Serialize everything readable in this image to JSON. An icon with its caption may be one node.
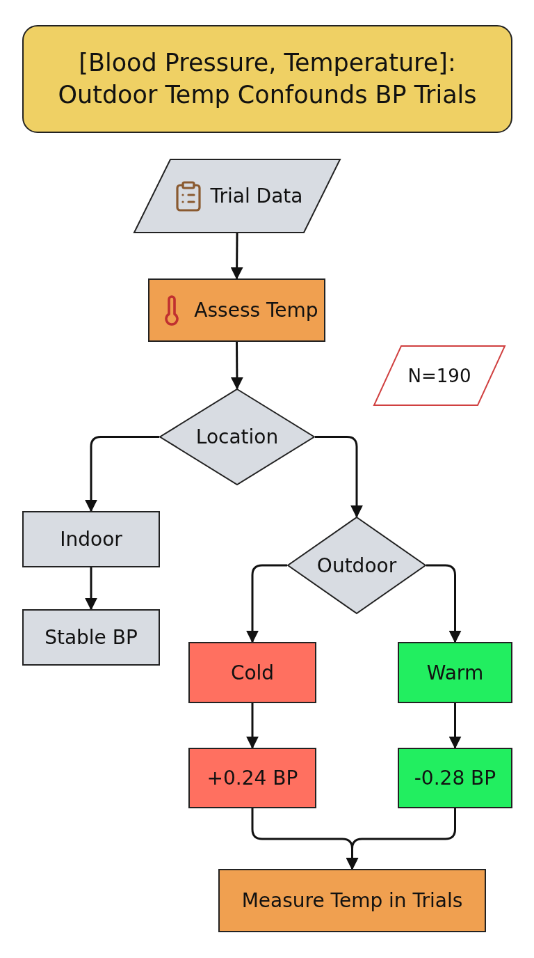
{
  "diagram": {
    "title": "[Blood Pressure, Temperature]: Outdoor Temp Confounds BP Trials",
    "nodes": [
      {
        "text": [
          "Trial Data"
        ]
      },
      {
        "text": [
          "Assess Temp"
        ]
      },
      {
        "text": [
          "N=190"
        ]
      },
      {
        "text": [
          "Location"
        ]
      },
      {
        "text": [
          "Indoor"
        ]
      },
      {
        "text": [
          "Outdoor"
        ]
      },
      {
        "text": [
          "Stable BP"
        ]
      },
      {
        "text": [
          "Cold"
        ]
      },
      {
        "text": [
          "Warm"
        ]
      },
      {
        "text": [
          "+0.24 BP"
        ]
      },
      {
        "text": [
          "-0.28 BP"
        ]
      },
      {
        "text": [
          "Measure Temp in Trials"
        ]
      }
    ],
    "edges": [
      {
        "from": 0,
        "to": 1,
        "arrow": "to"
      },
      {
        "from": 1,
        "to": 3,
        "arrow": "to"
      },
      {
        "from": 3,
        "to": 4,
        "arrow": "to"
      },
      {
        "from": 3,
        "to": 5,
        "arrow": "to"
      },
      {
        "from": 4,
        "to": 6,
        "arrow": "to"
      },
      {
        "from": 5,
        "to": 7,
        "arrow": "to"
      },
      {
        "from": 5,
        "to": 8,
        "arrow": "to"
      },
      {
        "from": 7,
        "to": 9,
        "arrow": "to"
      },
      {
        "from": 8,
        "to": 10,
        "arrow": "to"
      },
      {
        "from": 9,
        "to": 11,
        "arrow": "to"
      },
      {
        "from": 10,
        "to": 11,
        "arrow": "to"
      }
    ]
  }
}
